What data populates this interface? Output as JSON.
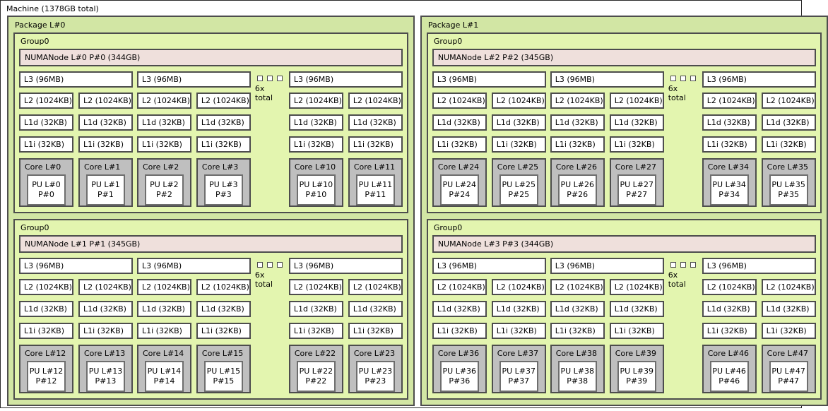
{
  "machine": {
    "label": "Machine (1378GB total)"
  },
  "cache": {
    "l2": "L2 (1024KB)",
    "l1d": "L1d (32KB)",
    "l1i": "L1i (32KB)"
  },
  "ellipsis": {
    "label": "6x total",
    "square_count": 3
  },
  "colors": {
    "package_bg": "#d2e6a4",
    "group_bg": "#e3f5af",
    "numanode_bg": "#efe0dc",
    "core_bg": "#bfbfbf",
    "cache_bg": "#ffffff",
    "border": "#4d4d4d"
  },
  "packages": [
    {
      "label": "Package L#0",
      "groups": [
        {
          "label": "Group0",
          "numanode": "NUMANode L#0 P#0 (344GB)",
          "l3_groups": [
            {
              "l3": "L3 (96MB)",
              "cores": [
                {
                  "core": "Core L#0",
                  "pu": "PU L#0",
                  "p": "P#0"
                },
                {
                  "core": "Core L#1",
                  "pu": "PU L#1",
                  "p": "P#1"
                }
              ]
            },
            {
              "l3": "L3 (96MB)",
              "cores": [
                {
                  "core": "Core L#2",
                  "pu": "PU L#2",
                  "p": "P#2"
                },
                {
                  "core": "Core L#3",
                  "pu": "PU L#3",
                  "p": "P#3"
                }
              ]
            },
            {
              "l3": "L3 (96MB)",
              "cores": [
                {
                  "core": "Core L#10",
                  "pu": "PU L#10",
                  "p": "P#10"
                },
                {
                  "core": "Core L#11",
                  "pu": "PU L#11",
                  "p": "P#11"
                }
              ]
            }
          ]
        },
        {
          "label": "Group0",
          "numanode": "NUMANode L#1 P#1 (345GB)",
          "l3_groups": [
            {
              "l3": "L3 (96MB)",
              "cores": [
                {
                  "core": "Core L#12",
                  "pu": "PU L#12",
                  "p": "P#12"
                },
                {
                  "core": "Core L#13",
                  "pu": "PU L#13",
                  "p": "P#13"
                }
              ]
            },
            {
              "l3": "L3 (96MB)",
              "cores": [
                {
                  "core": "Core L#14",
                  "pu": "PU L#14",
                  "p": "P#14"
                },
                {
                  "core": "Core L#15",
                  "pu": "PU L#15",
                  "p": "P#15"
                }
              ]
            },
            {
              "l3": "L3 (96MB)",
              "cores": [
                {
                  "core": "Core L#22",
                  "pu": "PU L#22",
                  "p": "P#22"
                },
                {
                  "core": "Core L#23",
                  "pu": "PU L#23",
                  "p": "P#23"
                }
              ]
            }
          ]
        }
      ]
    },
    {
      "label": "Package L#1",
      "groups": [
        {
          "label": "Group0",
          "numanode": "NUMANode L#2 P#2 (345GB)",
          "l3_groups": [
            {
              "l3": "L3 (96MB)",
              "cores": [
                {
                  "core": "Core L#24",
                  "pu": "PU L#24",
                  "p": "P#24"
                },
                {
                  "core": "Core L#25",
                  "pu": "PU L#25",
                  "p": "P#25"
                }
              ]
            },
            {
              "l3": "L3 (96MB)",
              "cores": [
                {
                  "core": "Core L#26",
                  "pu": "PU L#26",
                  "p": "P#26"
                },
                {
                  "core": "Core L#27",
                  "pu": "PU L#27",
                  "p": "P#27"
                }
              ]
            },
            {
              "l3": "L3 (96MB)",
              "cores": [
                {
                  "core": "Core L#34",
                  "pu": "PU L#34",
                  "p": "P#34"
                },
                {
                  "core": "Core L#35",
                  "pu": "PU L#35",
                  "p": "P#35"
                }
              ]
            }
          ]
        },
        {
          "label": "Group0",
          "numanode": "NUMANode L#3 P#3 (344GB)",
          "l3_groups": [
            {
              "l3": "L3 (96MB)",
              "cores": [
                {
                  "core": "Core L#36",
                  "pu": "PU L#36",
                  "p": "P#36"
                },
                {
                  "core": "Core L#37",
                  "pu": "PU L#37",
                  "p": "P#37"
                }
              ]
            },
            {
              "l3": "L3 (96MB)",
              "cores": [
                {
                  "core": "Core L#38",
                  "pu": "PU L#38",
                  "p": "P#38"
                },
                {
                  "core": "Core L#39",
                  "pu": "PU L#39",
                  "p": "P#39"
                }
              ]
            },
            {
              "l3": "L3 (96MB)",
              "cores": [
                {
                  "core": "Core L#46",
                  "pu": "PU L#46",
                  "p": "P#46"
                },
                {
                  "core": "Core L#47",
                  "pu": "PU L#47",
                  "p": "P#47"
                }
              ]
            }
          ]
        }
      ]
    }
  ]
}
